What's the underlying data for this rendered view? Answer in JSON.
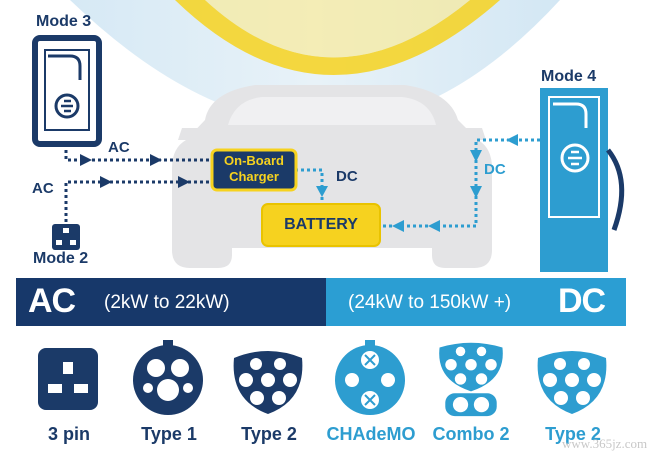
{
  "modes": {
    "mode3": "Mode 3",
    "mode4": "Mode 4",
    "mode2": "Mode 2"
  },
  "flow_labels": {
    "ac_upper": "AC",
    "ac_lower": "AC",
    "dc_center": "DC",
    "dc_right": "DC"
  },
  "components": {
    "onboard_line1": "On-Board",
    "onboard_line2": "Charger",
    "battery": "BATTERY"
  },
  "band": {
    "ac_label": "AC",
    "ac_range": "(2kW to 22kW)",
    "dc_range": "(24kW to 150kW +)",
    "dc_label": "DC"
  },
  "connectors": [
    {
      "label": "3 pin",
      "icon": "three-pin-plug-icon",
      "color": "#1b3a68"
    },
    {
      "label": "Type 1",
      "icon": "type1-connector-icon",
      "color": "#1b3a68"
    },
    {
      "label": "Type 2",
      "icon": "type2-connector-icon",
      "color": "#1b3a68"
    },
    {
      "label": "CHAdeMO",
      "icon": "chademo-connector-icon",
      "color": "#2d9dd0"
    },
    {
      "label": "Combo 2",
      "icon": "combo2-connector-icon",
      "color": "#2d9dd0"
    },
    {
      "label": "Type 2",
      "icon": "type2-dc-connector-icon",
      "color": "#2d9dd0"
    }
  ],
  "watermark": "www.365jz.com",
  "colors": {
    "navy": "#1b3a68",
    "cyan": "#2d9dd0",
    "yellow": "#f6d21f",
    "car_gray": "#e4e4e6",
    "sky_blue": "#cfe6f4"
  }
}
